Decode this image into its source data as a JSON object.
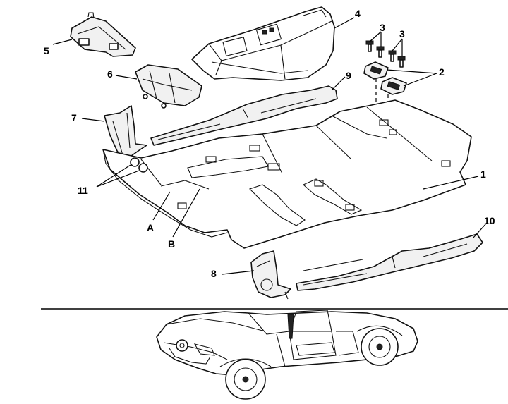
{
  "callouts": {
    "c1": "1",
    "c2": "2",
    "c3a": "3",
    "c3b": "3",
    "c4": "4",
    "c5": "5",
    "c6": "6",
    "c7": "7",
    "c8": "8",
    "c9": "9",
    "c10": "10",
    "c11": "11",
    "cA": "A",
    "cB": "B"
  },
  "icons": {
    "car": "vehicle-outline-icon"
  }
}
